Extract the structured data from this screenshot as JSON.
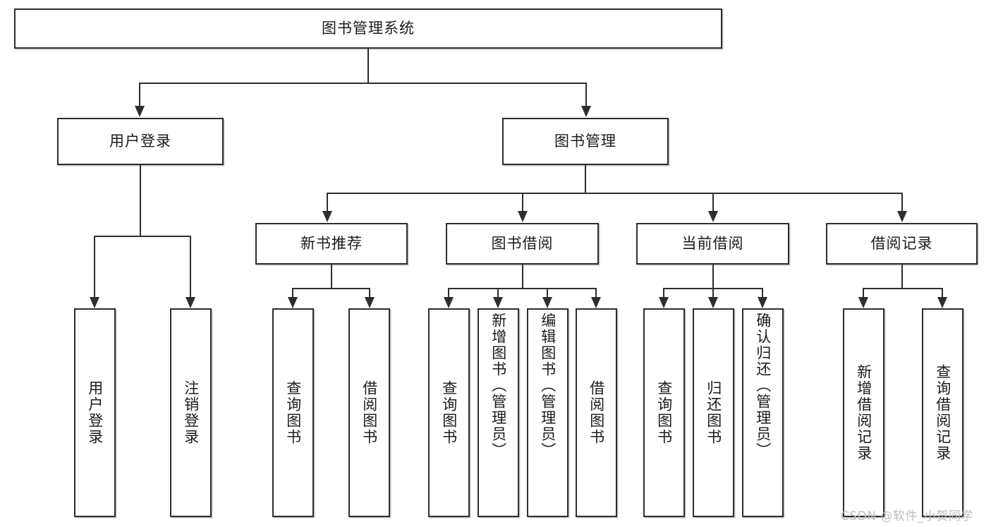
{
  "diagram": {
    "title": "图书管理系统",
    "watermark": "CSDN @软件_小贺同学",
    "colors": {
      "stroke": "#2e2e2e",
      "fill": "#ffffff",
      "text": "#1b1b1b",
      "watermark": "#bdbdbd"
    },
    "levels": {
      "root": {
        "label": "图书管理系统"
      },
      "level2": [
        {
          "label": "用户登录"
        },
        {
          "label": "图书管理"
        }
      ],
      "level3": [
        {
          "label": "新书推荐"
        },
        {
          "label": "图书借阅"
        },
        {
          "label": "当前借阅"
        },
        {
          "label": "借阅记录"
        }
      ],
      "leaves": {
        "user_login": [
          {
            "label": "用户登录"
          },
          {
            "label": "注销登录"
          }
        ],
        "new_book_rec": [
          {
            "label": "查询图书"
          },
          {
            "label": "借阅图书"
          }
        ],
        "book_borrow": [
          {
            "label": "查询图书"
          },
          {
            "label": "新增图书（管理员）"
          },
          {
            "label": "编辑图书（管理员）"
          },
          {
            "label": "借阅图书"
          }
        ],
        "current_borrow": [
          {
            "label": "查询图书"
          },
          {
            "label": "归还图书"
          },
          {
            "label": "确认归还（管理员）"
          }
        ],
        "borrow_record": [
          {
            "label": "新增借阅记录"
          },
          {
            "label": "查询借阅记录"
          }
        ]
      }
    }
  }
}
